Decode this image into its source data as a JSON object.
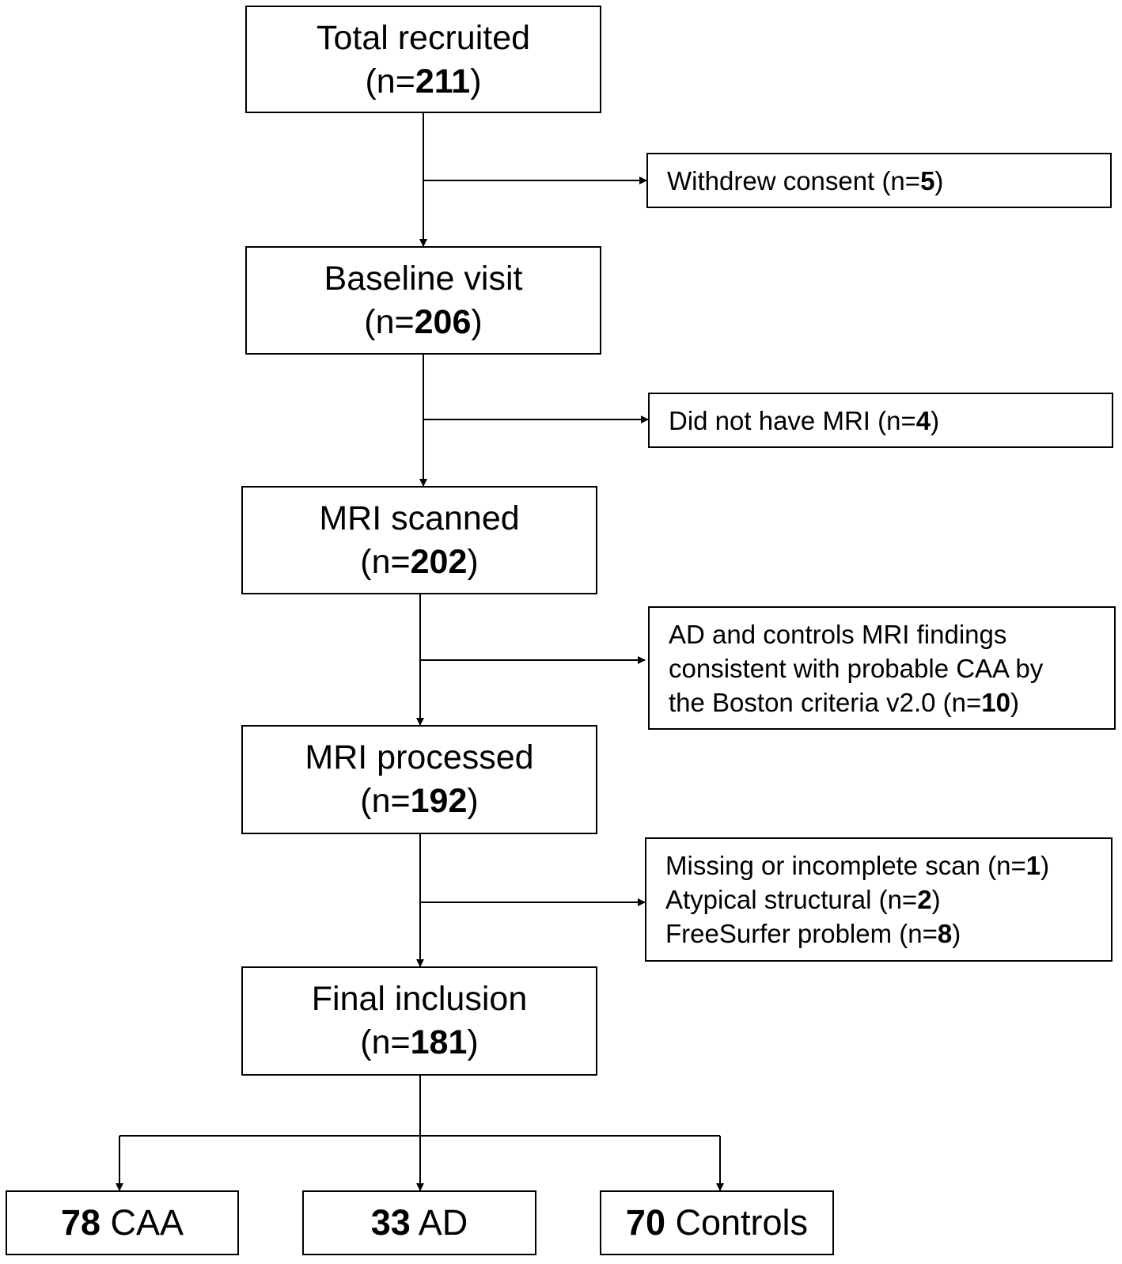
{
  "steps": {
    "total": {
      "title": "Total recruited",
      "n_pre": "(n=",
      "n": "211",
      "n_post": ")"
    },
    "baseline": {
      "title": "Baseline visit",
      "n_pre": "(n=",
      "n": "206",
      "n_post": ")"
    },
    "scanned": {
      "title": "MRI scanned",
      "n_pre": "(n=",
      "n": "202",
      "n_post": ")"
    },
    "processed": {
      "title": "MRI processed",
      "n_pre": "(n=",
      "n": "192",
      "n_post": ")"
    },
    "final": {
      "title": "Final inclusion",
      "n_pre": "(n=",
      "n": "181",
      "n_post": ")"
    }
  },
  "exclusions": {
    "withdrew": {
      "text": "Withdrew consent (n=",
      "n": "5",
      "post": ")"
    },
    "no_mri": {
      "text": "Did not have MRI (n=",
      "n": "4",
      "post": ")"
    },
    "caa_findings": {
      "line1": "AD and controls MRI findings",
      "line2": "consistent with probable CAA by",
      "line3_pre": "the Boston criteria v2.0 (n=",
      "n": "10",
      "post": ")"
    },
    "scan_issues": [
      {
        "text": "Missing or incomplete scan (n=",
        "n": "1",
        "post": ")"
      },
      {
        "text": "Atypical structural (n=",
        "n": "2",
        "post": ")"
      },
      {
        "text": "FreeSurfer problem (n=",
        "n": "8",
        "post": ")"
      }
    ]
  },
  "groups": [
    {
      "n": "78",
      "label": " CAA"
    },
    {
      "n": "33",
      "label": " AD"
    },
    {
      "n": "70",
      "label": " Controls"
    }
  ]
}
